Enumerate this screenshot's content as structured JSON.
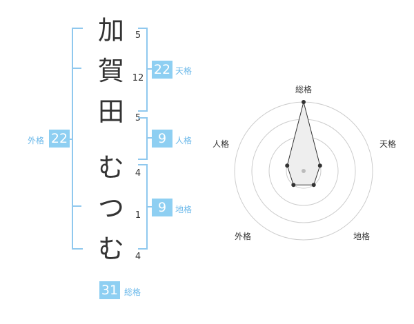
{
  "name": {
    "characters": [
      {
        "char": "加",
        "strokes": "5"
      },
      {
        "char": "賀",
        "strokes": "12"
      },
      {
        "char": "田",
        "strokes": "5"
      },
      {
        "char": "む",
        "strokes": "4"
      },
      {
        "char": "つ",
        "strokes": "1"
      },
      {
        "char": "む",
        "strokes": "4"
      }
    ]
  },
  "kaku": {
    "tenkaku": {
      "label": "天格",
      "value": "22"
    },
    "jinkaku": {
      "label": "人格",
      "value": "9"
    },
    "chikaku": {
      "label": "地格",
      "value": "9"
    },
    "gaikaku": {
      "label": "外格",
      "value": "22"
    },
    "soukaku": {
      "label": "総格",
      "value": "31"
    }
  },
  "radar": {
    "axes": [
      "総格",
      "天格",
      "地格",
      "外格",
      "人格"
    ],
    "rings": 4,
    "values": [
      4,
      1,
      1,
      1,
      1
    ],
    "colors": {
      "ring": "#cccccc",
      "fill": "#eeeeee",
      "stroke": "#333333",
      "center": "#bbbbbb"
    }
  },
  "colors": {
    "accent": "#8ecff2",
    "label": "#6ab8ea"
  }
}
